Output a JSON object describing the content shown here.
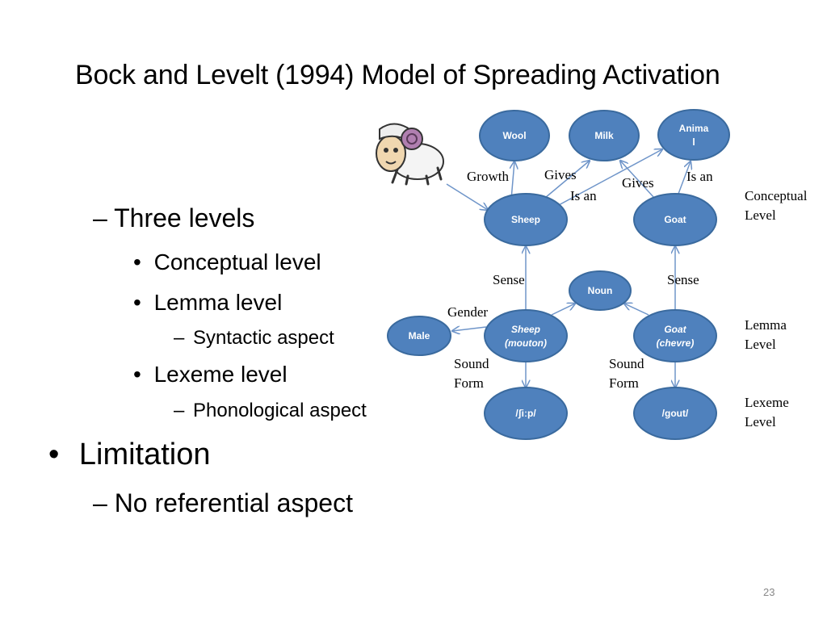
{
  "slide": {
    "title": "Bock and Levelt (1994) Model of Spreading Activation",
    "page_number": "23"
  },
  "bullets": {
    "three_levels": "Three levels",
    "conceptual_level": "Conceptual level",
    "lemma_level": "Lemma level",
    "syntactic_aspect": "Syntactic aspect",
    "lexeme_level": "Lexeme level",
    "phonological_aspect": "Phonological aspect",
    "limitation": "Limitation",
    "no_referential": "No referential aspect",
    "dash": "–",
    "dot": "•"
  },
  "diagram": {
    "nodes": {
      "wool": "Wool",
      "milk": "Milk",
      "animal_1": "Anima",
      "animal_2": "l",
      "sheep": "Sheep",
      "goat": "Goat",
      "noun": "Noun",
      "male": "Male",
      "sheep_lemma": "Sheep",
      "sheep_lemma_sub": "(mouton)",
      "goat_lemma": "Goat",
      "goat_lemma_sub": "(chevre)",
      "sheep_lexeme": "/ʃiːp/",
      "goat_lexeme": "/gout/"
    },
    "edge_labels": {
      "growth": "Growth",
      "gives_1": "Gives",
      "is_an_1": "Is an",
      "gives_2": "Gives",
      "is_an_2": "Is an",
      "sense_1": "Sense",
      "sense_2": "Sense",
      "gender": "Gender",
      "sound_1": "Sound",
      "form_1": "Form",
      "sound_2": "Sound",
      "form_2": "Form"
    },
    "levels": {
      "conceptual_1": "Conceptual",
      "conceptual_2": "Level",
      "lemma_1": "Lemma",
      "lemma_2": "Level",
      "lexeme_1": "Lexeme",
      "lexeme_2": "Level"
    },
    "colors": {
      "node_fill": "#4f81bd",
      "edge": "#6f95c9"
    },
    "icon": "sheep-clipart-icon"
  }
}
